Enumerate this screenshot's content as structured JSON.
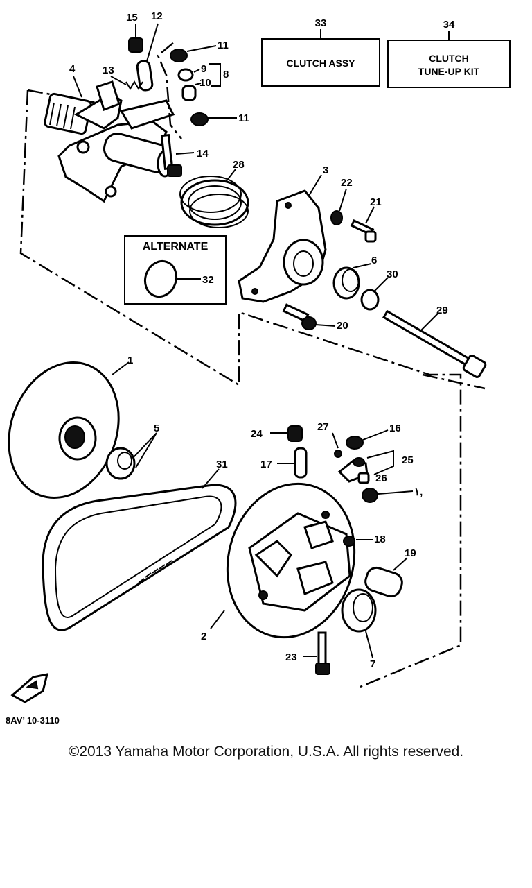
{
  "boxes": {
    "clutch_assy": "CLUTCH ASSY",
    "tuneup_line1": "CLUTCH",
    "tuneup_line2": "TUNE-UP KIT",
    "alternate": "ALTERNATE"
  },
  "callouts": {
    "n1": "1",
    "n2": "2",
    "n3": "3",
    "n4": "4",
    "n5": "5",
    "n6": "6",
    "n7": "7",
    "n8": "8",
    "n9": "9",
    "n10": "10",
    "n11a": "11",
    "n11b": "11",
    "n12": "12",
    "n13": "13",
    "n14": "14",
    "n15": "15",
    "n16": "16",
    "n17": "17",
    "n18": "18",
    "n19": "19",
    "n20": "20",
    "n21": "21",
    "n22": "22",
    "n23": "23",
    "n24": "24",
    "n25": "25",
    "n26": "26",
    "n27": "27",
    "n28": "28",
    "n29": "29",
    "n30": "30",
    "n31": "31",
    "n32": "32",
    "n33": "33",
    "n34": "34",
    "n_partial": "١,"
  },
  "figure_code": "8AV’ 10-3110",
  "copyright": "©2013 Yamaha Motor Corporation, U.S.A. All rights reserved."
}
